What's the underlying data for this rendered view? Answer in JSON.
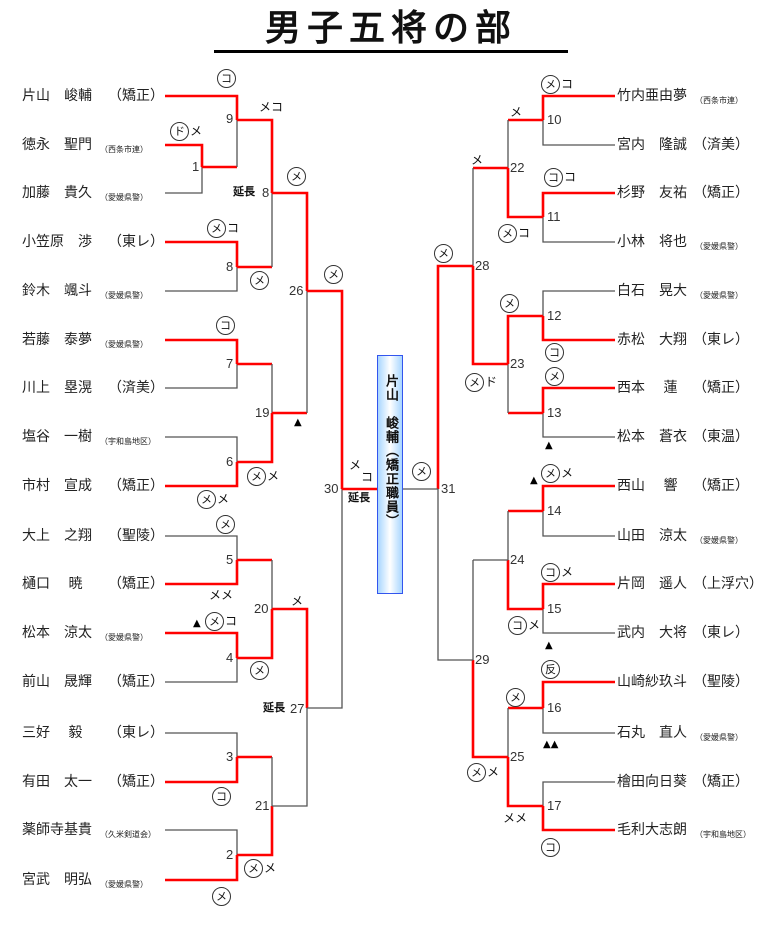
{
  "title": "男子五将の部",
  "champion": "片山　峻輔（矯正職員）",
  "colors": {
    "winner_line": "#ff0000",
    "loser_line": "#555555",
    "champion_box_border": "#3355ee",
    "champion_box_fill": "#a8d6ff"
  },
  "left_players": [
    {
      "name": "片山　峻輔",
      "team": "（矯正）",
      "small": false
    },
    {
      "name": "徳永　聖門",
      "team": "（西条市連）",
      "small": true
    },
    {
      "name": "加藤　貴久",
      "team": "（愛媛県警）",
      "small": true
    },
    {
      "name": "小笠原　渉",
      "team": "（東レ）",
      "small": false
    },
    {
      "name": "鈴木　颯斗",
      "team": "（愛媛県警）",
      "small": true
    },
    {
      "name": "若藤　泰夢",
      "team": "（愛媛県警）",
      "small": true
    },
    {
      "name": "川上　塁滉",
      "team": "（済美）",
      "small": false
    },
    {
      "name": "塩谷　一樹",
      "team": "（宇和島地区）",
      "small": true
    },
    {
      "name": "市村　宣成",
      "team": "（矯正）",
      "small": false
    },
    {
      "name": "大上　之翔",
      "team": "（聖陵）",
      "small": false
    },
    {
      "name": "樋口　 暁",
      "team": "（矯正）",
      "small": false
    },
    {
      "name": "松本　涼太",
      "team": "（愛媛県警）",
      "small": true
    },
    {
      "name": "前山　晟輝",
      "team": "（矯正）",
      "small": false
    },
    {
      "name": "三好　 毅",
      "team": "（東レ）",
      "small": false
    },
    {
      "name": "有田　太一",
      "team": "（矯正）",
      "small": false
    },
    {
      "name": "薬師寺基貴",
      "team": "（久米剣道会）",
      "small": true
    },
    {
      "name": "宮武　明弘",
      "team": "（愛媛県警）",
      "small": true
    }
  ],
  "right_players": [
    {
      "name": "竹内亜由夢",
      "team": "（西条市連）",
      "small": true
    },
    {
      "name": "宮内　隆誠",
      "team": "（済美）",
      "small": false
    },
    {
      "name": "杉野　友祐",
      "team": "（矯正）",
      "small": false
    },
    {
      "name": "小林　将也",
      "team": "（愛媛県警）",
      "small": true
    },
    {
      "name": "白石　晃大",
      "team": "（愛媛県警）",
      "small": true
    },
    {
      "name": "赤松　大翔",
      "team": "（東レ）",
      "small": false
    },
    {
      "name": "西本　 蓮",
      "team": "（矯正）",
      "small": false
    },
    {
      "name": "松本　蒼衣",
      "team": "（東温）",
      "small": false
    },
    {
      "name": "西山　 響",
      "team": "（矯正）",
      "small": false
    },
    {
      "name": "山田　涼太",
      "team": "（愛媛県警）",
      "small": true
    },
    {
      "name": "片岡　遥人",
      "team": "（上浮穴）",
      "small": false
    },
    {
      "name": "武内　大将",
      "team": "（東レ）",
      "small": false
    },
    {
      "name": "山崎紗玖斗",
      "team": "（聖陵）",
      "small": false
    },
    {
      "name": "石丸　直人",
      "team": "（愛媛県警）",
      "small": true
    },
    {
      "name": "檜田向日葵",
      "team": "（矯正）",
      "small": false
    },
    {
      "name": "毛利大志朗",
      "team": "（宇和島地区）",
      "small": true
    }
  ],
  "match_numbers": {
    "m1": "1",
    "m9": "9",
    "m8a": "8",
    "m8b": "8",
    "m26": "26",
    "m7": "7",
    "m19": "19",
    "m6": "6",
    "m5": "5",
    "m20": "20",
    "m4": "4",
    "m27": "27",
    "m3": "3",
    "m21": "21",
    "m2": "2",
    "m30": "30",
    "m31": "31",
    "m10": "10",
    "m22": "22",
    "m11": "11",
    "m28": "28",
    "m12": "12",
    "m23": "23",
    "m13": "13",
    "m14": "14",
    "m24": "24",
    "m15": "15",
    "m29": "29",
    "m16": "16",
    "m25": "25",
    "m17": "17"
  },
  "labels": {
    "extension": "延長",
    "men": "メ",
    "kote": "コ",
    "do": "ド",
    "hansoku": "反",
    "men_kote": "メコ",
    "men_men": "メメ",
    "triangle": "▲",
    "double_triangle": "▲▲"
  }
}
